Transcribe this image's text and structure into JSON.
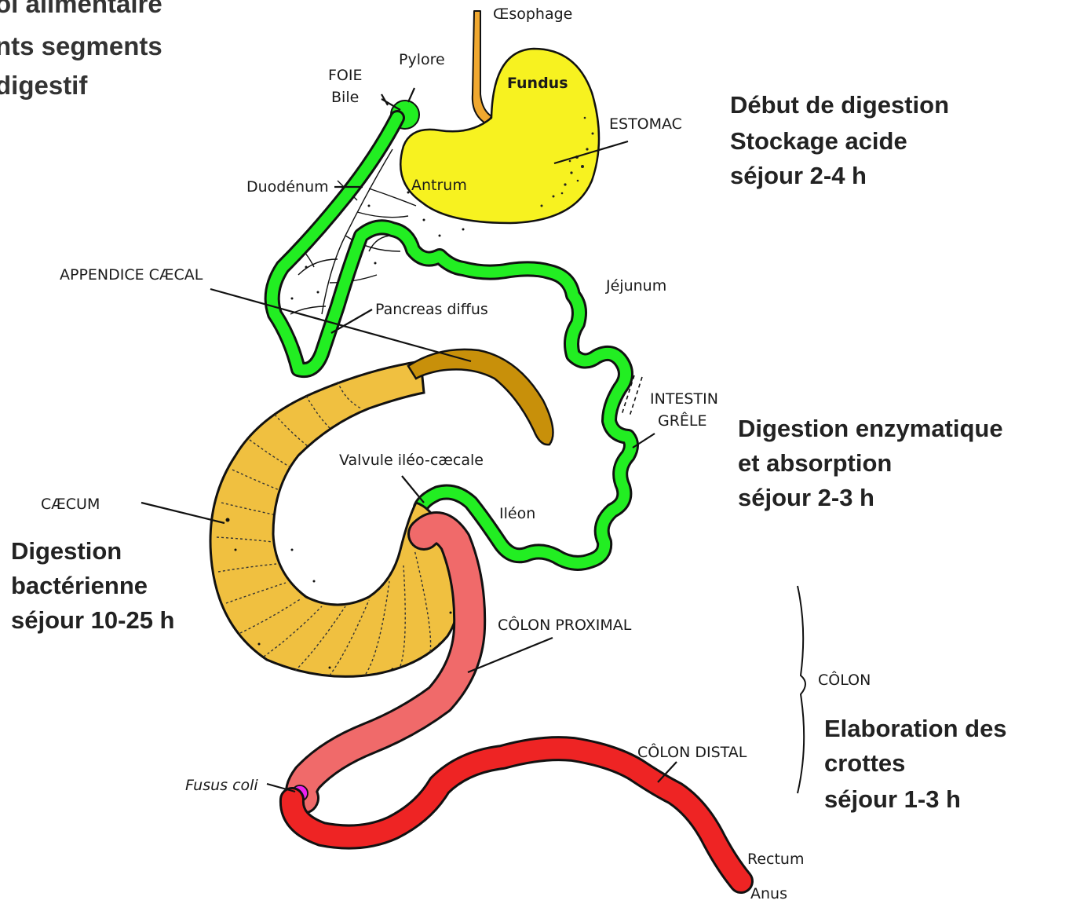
{
  "title": {
    "line1": "ol alimentaire",
    "line2": "nts segments",
    "line3": "digestif"
  },
  "notes": {
    "stomach": [
      "Début de digestion",
      "Stockage acide",
      "séjour 2-4 h"
    ],
    "small_intestine": [
      "Digestion enzymatique",
      "et absorption",
      "séjour 2-3 h"
    ],
    "caecum": [
      "Digestion",
      "bactérienne",
      "séjour 10-25 h"
    ],
    "colon": [
      "Elaboration des",
      "crottes",
      "séjour 1-3 h"
    ]
  },
  "labels": {
    "oesophage": "Œsophage",
    "pylore": "Pylore",
    "foie": "FOIE",
    "bile": "Bile",
    "fundus": "Fundus",
    "estomac": "ESTOMAC",
    "antrum": "Antrum",
    "duodenum": "Duodénum",
    "appendice": "APPENDICE CÆCAL",
    "jejunum": "Jéjunum",
    "pancreas": "Pancreas diffus",
    "intestin": "INTESTIN",
    "grele": "GRÊLE",
    "valvule": "Valvule iléo-cæcale",
    "ileon": "Iléon",
    "caecum": "CÆCUM",
    "colon_proximal": "CÔLON PROXIMAL",
    "colon": "CÔLON",
    "colon_distal": "CÔLON DISTAL",
    "fusus": "Fusus coli",
    "rectum": "Rectum",
    "anus": "Anus"
  },
  "colors": {
    "stomach": "#f7f220",
    "small_intestine": "#22ee22",
    "caecum": "#f0c040",
    "appendix": "#c8900a",
    "colon_proximal": "#f06a6a",
    "colon_distal": "#ee2424",
    "fusus_coli": "#ee22ee",
    "oesophagus": "#f0a830"
  }
}
